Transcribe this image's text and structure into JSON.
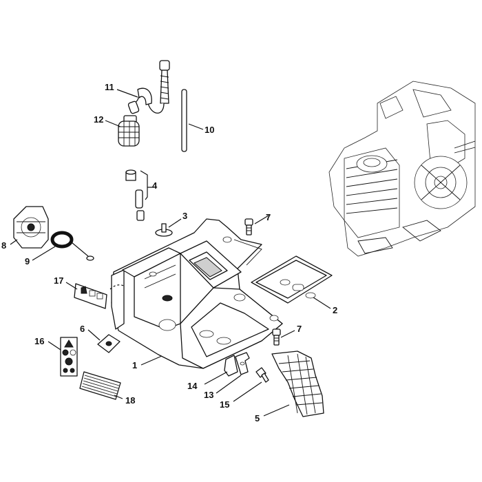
{
  "labels": {
    "p1": "1",
    "p2": "2",
    "p3": "3",
    "p4": "4",
    "p5": "5",
    "p6": "6",
    "p7a": "7",
    "p7b": "7",
    "p8": "8",
    "p9": "9",
    "p10": "10",
    "p11": "11",
    "p12": "12",
    "p13": "13",
    "p14": "14",
    "p15": "15",
    "p16": "16",
    "p17": "17",
    "p18": "18"
  }
}
